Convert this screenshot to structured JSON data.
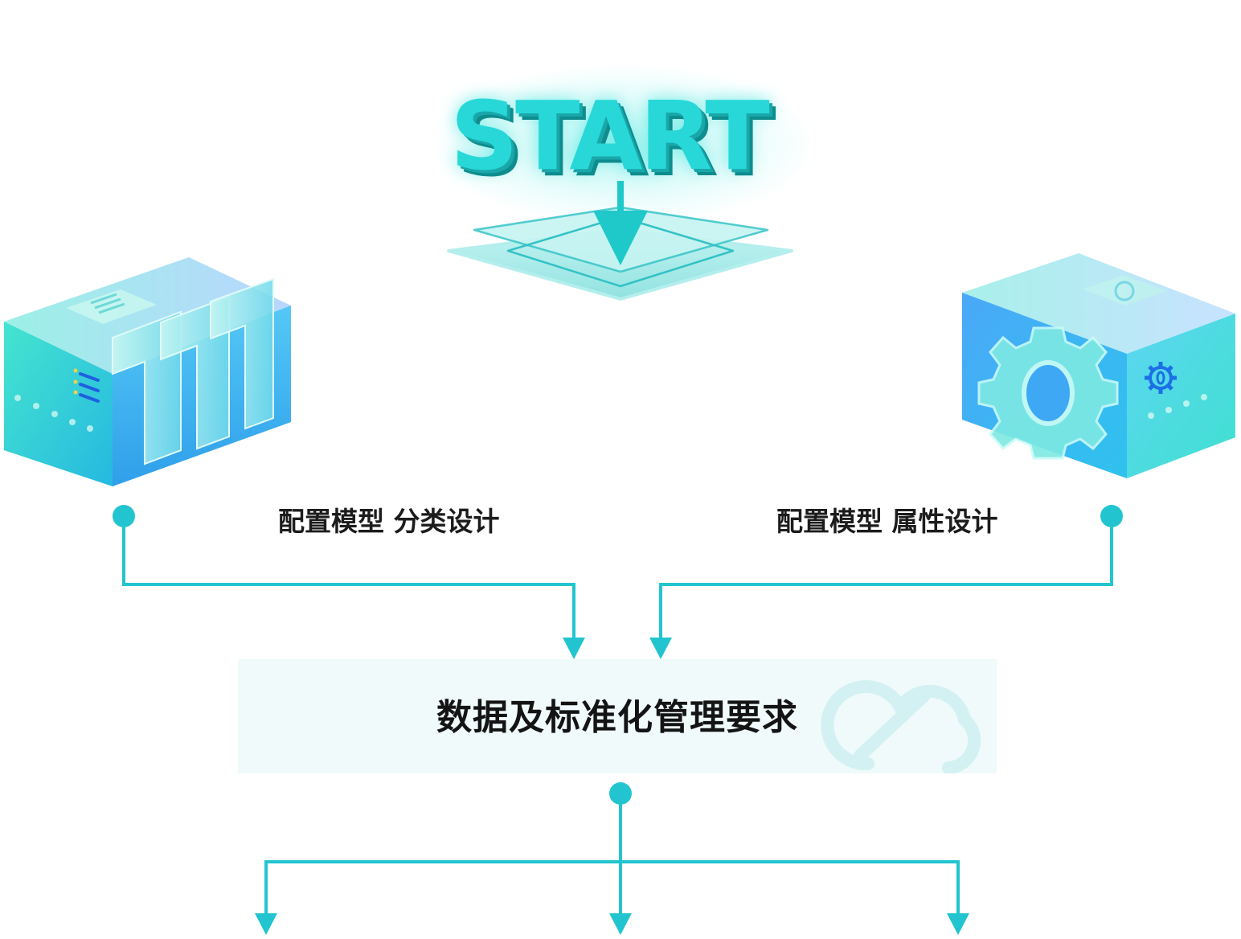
{
  "start_label": "START",
  "left_node": {
    "label": "配置模型 分类设计",
    "icon": "server-rack-icon"
  },
  "right_node": {
    "label": "配置模型 属性设计",
    "icon": "gear-cube-icon"
  },
  "center_node": {
    "label": "数据及标准化管理要求",
    "icon": "cloud-watermark-icon"
  },
  "colors": {
    "connector": "#22c5cf",
    "accent": "#28d8d8",
    "box_background": "#f0fafb",
    "text": "#1c1c1c"
  }
}
